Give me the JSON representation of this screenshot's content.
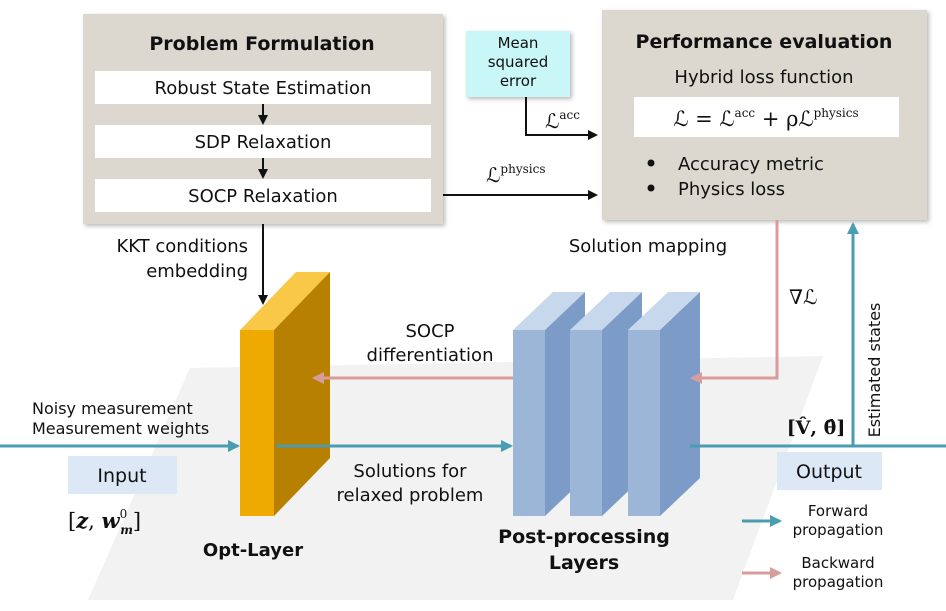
{
  "problem_formulation": {
    "title": "Problem Formulation",
    "steps": [
      "Robust State Estimation",
      "SDP Relaxation",
      "SOCP Relaxation"
    ]
  },
  "performance_evaluation": {
    "title": "Performance evaluation",
    "subtitle": "Hybrid loss function",
    "formula": {
      "lhs": "ℒ = ℒ",
      "sup1": "acc",
      "mid": " + ρℒ",
      "sup2": "physics"
    },
    "bullets": [
      "Accuracy metric",
      "Physics loss"
    ]
  },
  "mse_box": [
    "Mean",
    "squared",
    "error"
  ],
  "labels": {
    "l_acc": {
      "base": "ℒ",
      "sup": "acc"
    },
    "l_physics": {
      "base": "ℒ",
      "sup": "physics"
    },
    "kkt": [
      "KKT conditions",
      "embedding"
    ],
    "solution_mapping": "Solution mapping",
    "grad": "∇ℒ",
    "socp_diff": [
      "SOCP",
      "differentiation"
    ],
    "noisy": [
      "Noisy measurement",
      "Measurement weights"
    ],
    "input": "Input",
    "input_vars": {
      "open": "[",
      "z": "z",
      "comma": ", ",
      "w": "w",
      "wsup": "0",
      "wsub": "m",
      "close": "]"
    },
    "solutions": [
      "Solutions for",
      "relaxed problem"
    ],
    "output_vars": "[V̂, θ̂]",
    "estimated_states": "Estimated states",
    "output": "Output",
    "opt_layer": "Opt-Layer",
    "post_processing": [
      "Post-processing",
      "Layers"
    ],
    "forward": [
      "Forward",
      "propagation"
    ],
    "backward": [
      "Backward",
      "propagation"
    ]
  },
  "colors": {
    "panel_bg": "#dcd7cf",
    "mse_bg": "#c9f6f6",
    "io_bg": "#dde8f7",
    "opt_front": "#eeaa00",
    "opt_side": "#b88000",
    "opt_top": "#f8c846",
    "post_front": "#9cb6d8",
    "post_side": "#7c9cc7",
    "post_top": "#c8d8ec",
    "forward_arrow": "#4a9cb0",
    "backward_arrow": "#d99c9c"
  }
}
